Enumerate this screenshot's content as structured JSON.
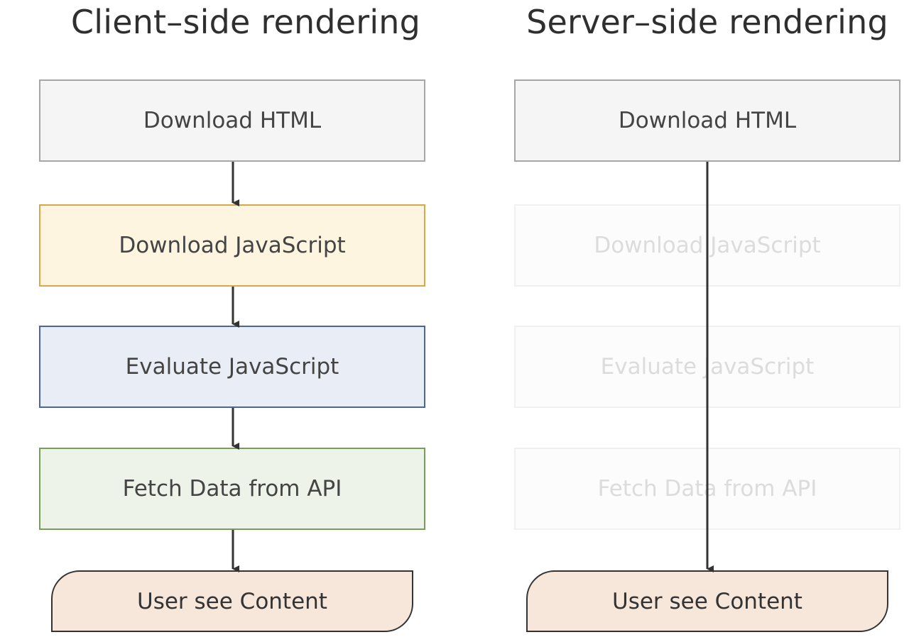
{
  "left": {
    "title": "Client–side rendering",
    "steps": [
      "Download HTML",
      "Download JavaScript",
      "Evaluate JavaScript",
      "Fetch Data from API"
    ],
    "end": "User see Content"
  },
  "right": {
    "title": "Server–side rendering",
    "steps": [
      "Download HTML",
      "Download JavaScript",
      "Evaluate JavaScript",
      "Fetch Data from API"
    ],
    "end": "User see Content"
  },
  "colors": {
    "html_fill": "#f5f5f5",
    "js_download_fill": "#fef5e1",
    "js_download_border": "#d9a846",
    "js_evaluate_fill": "#e9edf6",
    "js_evaluate_border": "#4a6699",
    "api_fill": "#eef3e9",
    "api_border": "#7a9c5a",
    "content_fill": "#f7e6da",
    "arrow": "#333333",
    "faded_text": "#dcdcdc"
  }
}
